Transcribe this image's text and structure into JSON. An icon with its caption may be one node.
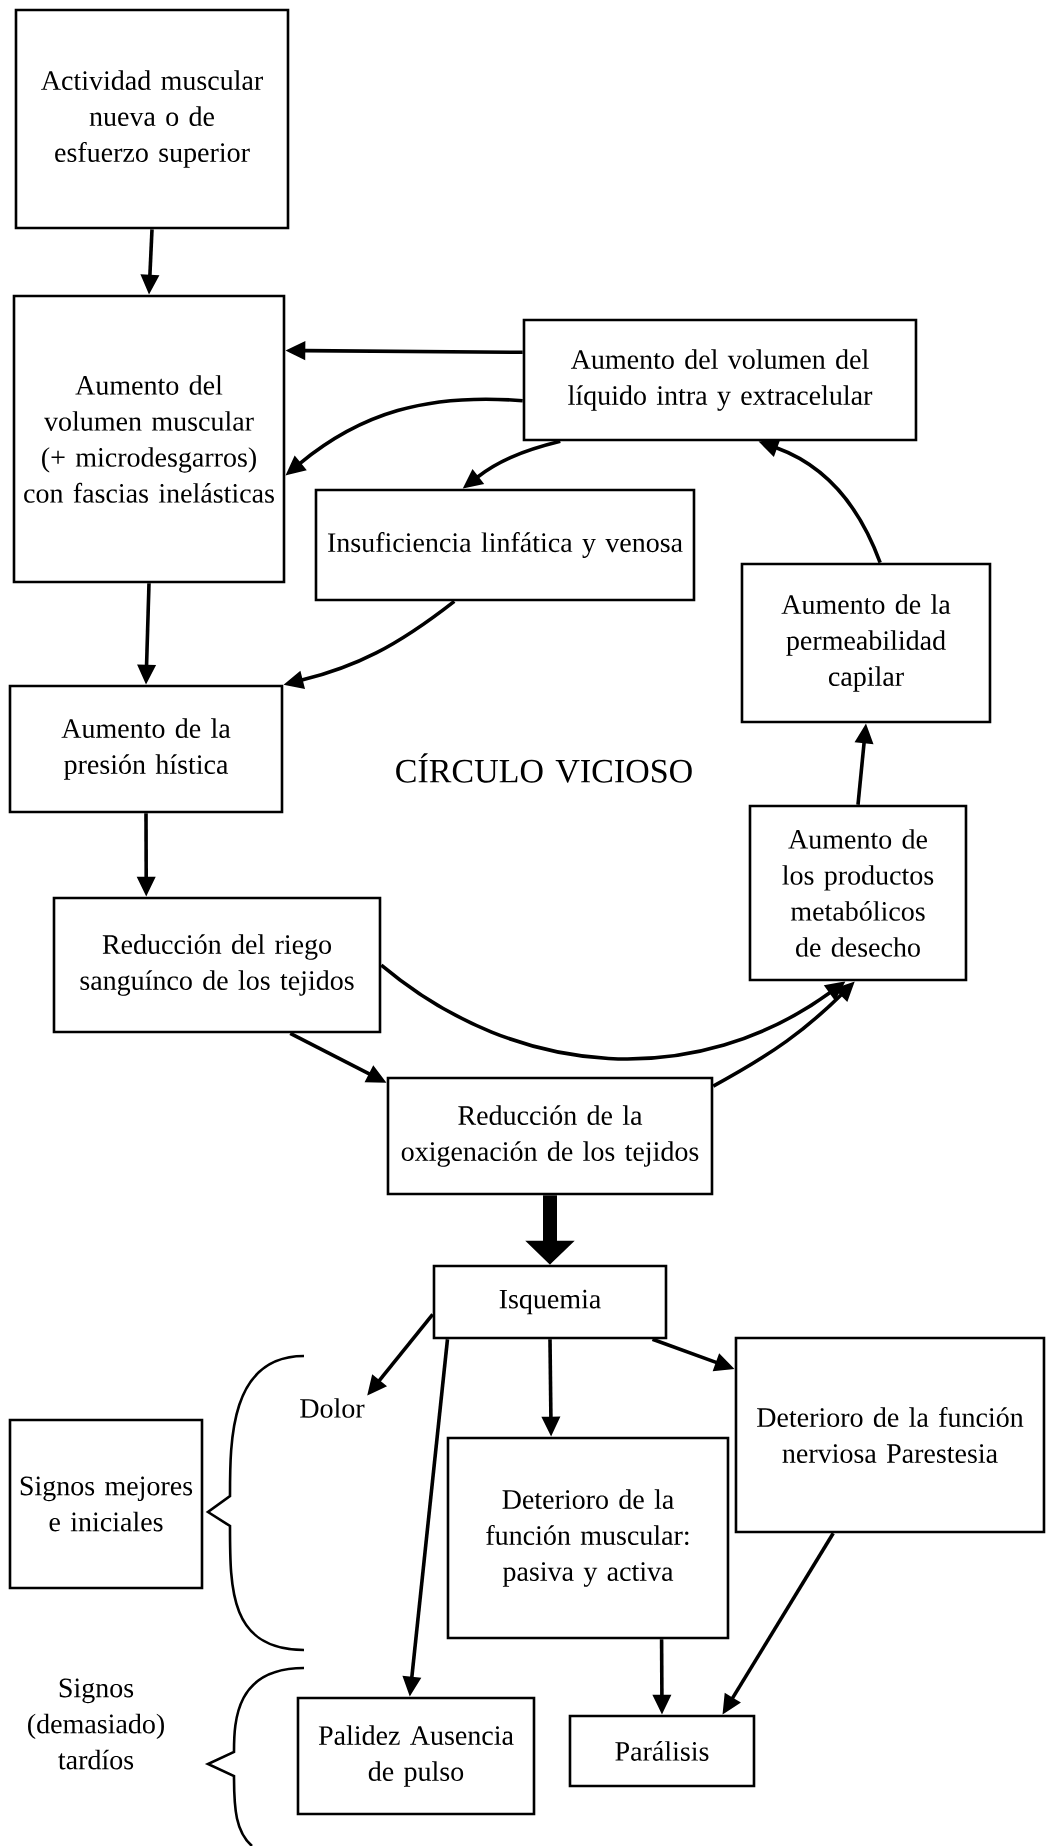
{
  "diagram": {
    "nodes": [
      {
        "text": [
          "Actividad muscular nueva o de esfuerzo superior"
        ]
      },
      {
        "text": [
          "Aumento del volumen muscular (+ microdesgarros) con fascias inelásticas"
        ]
      },
      {
        "text": [
          "Aumento del volumen del líquido intra y extracelular"
        ]
      },
      {
        "text": [
          "Insuficiencia linfática y venosa"
        ]
      },
      {
        "text": [
          "Aumento de la permeabilidad capilar"
        ]
      },
      {
        "text": [
          "Aumento de la presión hística"
        ]
      },
      {
        "text": [
          "Reducción del riego sanguínco de los tejidos"
        ]
      },
      {
        "text": [
          "Aumento de los productos metabólicos de desecho"
        ]
      },
      {
        "text": [
          "Reducción de la oxigenación de los tejidos"
        ]
      },
      {
        "text": [
          "Isquemia"
        ]
      },
      {
        "text": [
          "Dolor"
        ]
      },
      {
        "text": [
          "Deterioro de la función muscular: pasiva y activa"
        ]
      },
      {
        "text": [
          "Deterioro de la función nerviosa Parestesia"
        ]
      },
      {
        "text": [
          "Signos mejores e iniciales"
        ]
      },
      {
        "text": [
          "Palidez Ausencia de pulso"
        ]
      },
      {
        "text": [
          "Parálisis"
        ]
      }
    ],
    "edges": [
      {
        "from": 0,
        "to": 1,
        "arrow": "to"
      },
      {
        "from": 2,
        "to": 1,
        "arrow": "to"
      },
      {
        "from": 2,
        "to": 1,
        "arrow": "to"
      },
      {
        "from": 2,
        "to": 3,
        "arrow": "to"
      },
      {
        "from": 3,
        "to": 5,
        "arrow": "to"
      },
      {
        "from": 1,
        "to": 5,
        "arrow": "to"
      },
      {
        "from": 4,
        "to": 2,
        "arrow": "to"
      },
      {
        "from": 5,
        "to": 6,
        "arrow": "to"
      },
      {
        "from": 6,
        "to": 8,
        "arrow": "to"
      },
      {
        "from": 6,
        "to": 7,
        "arrow": "to"
      },
      {
        "from": 8,
        "to": 7,
        "arrow": "to"
      },
      {
        "from": 7,
        "to": 4,
        "arrow": "to"
      },
      {
        "from": 8,
        "to": 9,
        "arrow": "to",
        "style": "thick"
      },
      {
        "from": 9,
        "to": 10,
        "arrow": "to"
      },
      {
        "from": 9,
        "to": 14,
        "arrow": "to"
      },
      {
        "from": 9,
        "to": 11,
        "arrow": "to"
      },
      {
        "from": 9,
        "to": 12,
        "arrow": "to"
      },
      {
        "from": 11,
        "to": 15,
        "arrow": "to"
      },
      {
        "from": 12,
        "to": 15,
        "arrow": "to"
      }
    ],
    "labels": [
      "CÍRCULO VICIOSO",
      "Signos (demasiado) tardíos"
    ]
  }
}
